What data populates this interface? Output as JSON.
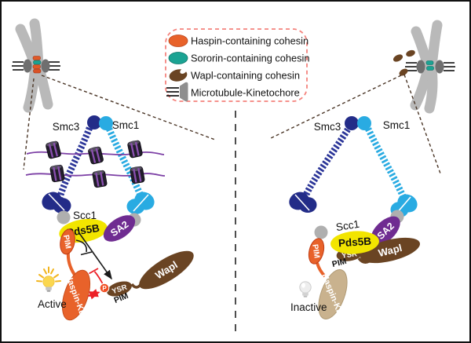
{
  "legend": {
    "items": [
      {
        "label": "Haspin-containing cohesin",
        "icon": "haspin-cohesin-ellipse",
        "color": "#E8622A"
      },
      {
        "label": "Sororin-containing cohesin",
        "icon": "sororin-cohesin-ellipse",
        "color": "#1BA393"
      },
      {
        "label": "Wapl-containing cohesin",
        "icon": "wapl-cohesin-blob",
        "color": "#6A4423"
      },
      {
        "label": "Microtubule-Kinetochore",
        "icon": "microtubule-kinetochore-icon",
        "color": "#8F8F8F"
      }
    ]
  },
  "left_panel": {
    "smc3": "Smc3",
    "smc1": "Smc1",
    "scc1": "Scc1",
    "pds5b": "Pds5B",
    "sa2": "SA2",
    "pim_motif": "PIM",
    "haspin_kd": "Haspin-KD",
    "state": "Active",
    "phospho": "P",
    "ysr": "YSR",
    "pim_label": "PIM",
    "wapl": "Wapl"
  },
  "right_panel": {
    "smc3": "Smc3",
    "smc1": "Smc1",
    "scc1": "Scc1",
    "pds5b": "Pds5B",
    "sa2": "SA2",
    "pim_motif": "PIM",
    "haspin_kd": "Haspin-KD",
    "state": "Inactive",
    "ysr": "YSR",
    "pim_label": "PIM",
    "wapl": "Wapl"
  },
  "colors": {
    "haspin_active_orange": "#E8622A",
    "haspin_inactive_tan": "#C9B28E",
    "sororin_teal": "#1BA393",
    "wapl_brown": "#6A4423",
    "smc3_navy": "#232C88",
    "smc1_lightblue": "#29ABE2",
    "pds5b_yellow": "#F2E500",
    "sa2_purple": "#6F2C91",
    "scc1_gray": "#AFAFAF",
    "inhibit_red": "#EC2027",
    "legend_border_pink": "#F4837D",
    "dna_purple": "#7C3FA5",
    "chromosome_gray": "#B9B9B9",
    "kinetochore_gray": "#6F6F6F"
  }
}
